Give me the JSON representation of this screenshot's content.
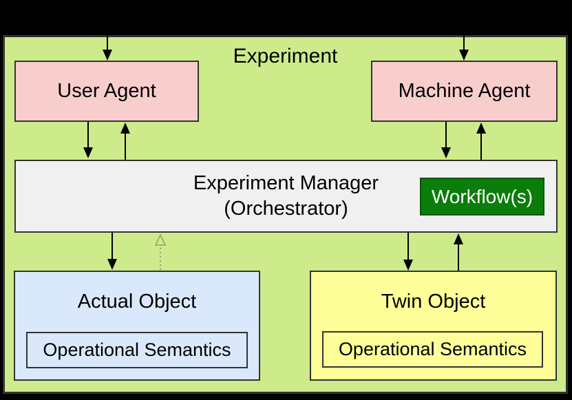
{
  "experiment": {
    "label": "Experiment",
    "user_agent": {
      "label": "User Agent"
    },
    "machine_agent": {
      "label": "Machine Agent"
    },
    "manager": {
      "line1": "Experiment Manager",
      "line2": "(Orchestrator)",
      "workflow": {
        "label": "Workflow(s)"
      }
    },
    "actual_object": {
      "label": "Actual Object",
      "semantics_label": "Operational Semantics"
    },
    "twin_object": {
      "label": "Twin Object",
      "semantics_label": "Operational Semantics"
    }
  },
  "colors": {
    "canvas_bg": "#000000",
    "experiment_fill": "#cdeb8b",
    "border_color": "#333333",
    "agent_fill": "#f8cecc",
    "manager_fill": "#f0f0f0",
    "workflow_fill": "#0a7d0a",
    "workflow_border": "#055605",
    "workflow_text": "#ffffff",
    "actual_fill": "#dae8fc",
    "twin_fill": "#ffff99",
    "arrow_color": "#000000",
    "dotted_arrow_color": "#8f9f68"
  }
}
